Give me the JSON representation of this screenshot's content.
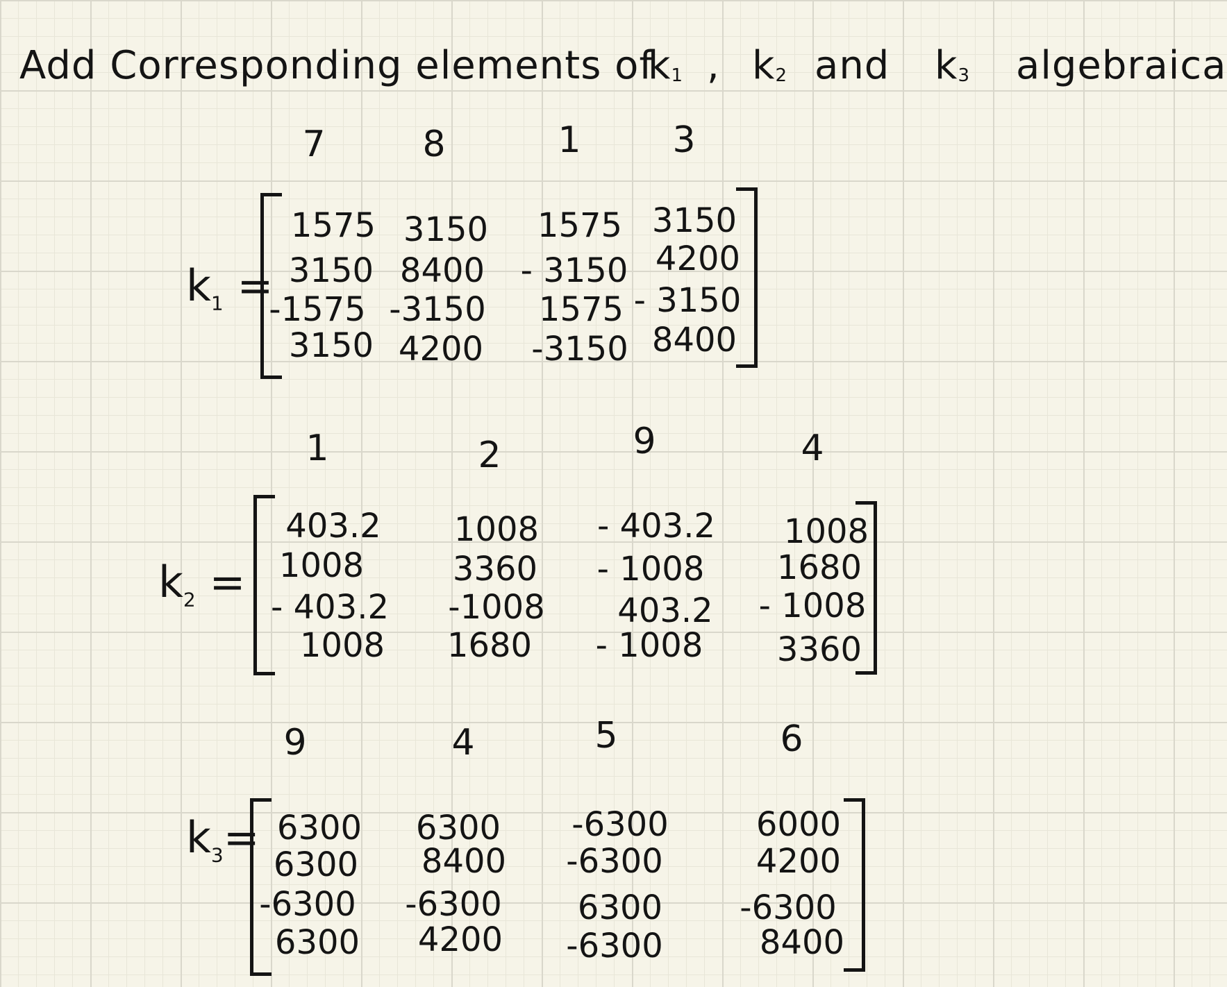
{
  "title": {
    "prefix": "Add Corresponding elements of",
    "k1": "k",
    "k1_sub": "1",
    "comma": ",",
    "k2": "k",
    "k2_sub": "2",
    "and": "and",
    "k3": "k",
    "k3_sub": "3",
    "suffix": "algebraically"
  },
  "matrices": [
    {
      "name": "k",
      "sub": "1",
      "eq": "=",
      "dofs": [
        "7",
        "8",
        "1",
        "3"
      ],
      "rows": [
        [
          "1575",
          "3150",
          "1575",
          "3150"
        ],
        [
          "3150",
          "8400",
          "- 3150",
          "4200"
        ],
        [
          "-1575",
          "-3150",
          "1575",
          "- 3150"
        ],
        [
          "3150",
          "4200",
          "-3150",
          "8400"
        ]
      ]
    },
    {
      "name": "k",
      "sub": "2",
      "eq": "=",
      "dofs": [
        "1",
        "2",
        "9",
        "4"
      ],
      "rows": [
        [
          "403.2",
          "1008",
          "- 403.2",
          "1008"
        ],
        [
          "1008",
          "3360",
          "- 1008",
          "1680"
        ],
        [
          "- 403.2",
          "-1008",
          "403.2",
          "- 1008"
        ],
        [
          "1008",
          "1680",
          "- 1008",
          "3360"
        ]
      ]
    },
    {
      "name": "k",
      "sub": "3",
      "eq": "=",
      "dofs": [
        "9",
        "4",
        "5",
        "6"
      ],
      "rows": [
        [
          "6300",
          "6300",
          "-6300",
          "6000"
        ],
        [
          "6300",
          "8400",
          "-6300",
          "4200"
        ],
        [
          "-6300",
          "-6300",
          "6300",
          "-6300"
        ],
        [
          "6300",
          "4200",
          "-6300",
          "8400"
        ]
      ]
    }
  ]
}
